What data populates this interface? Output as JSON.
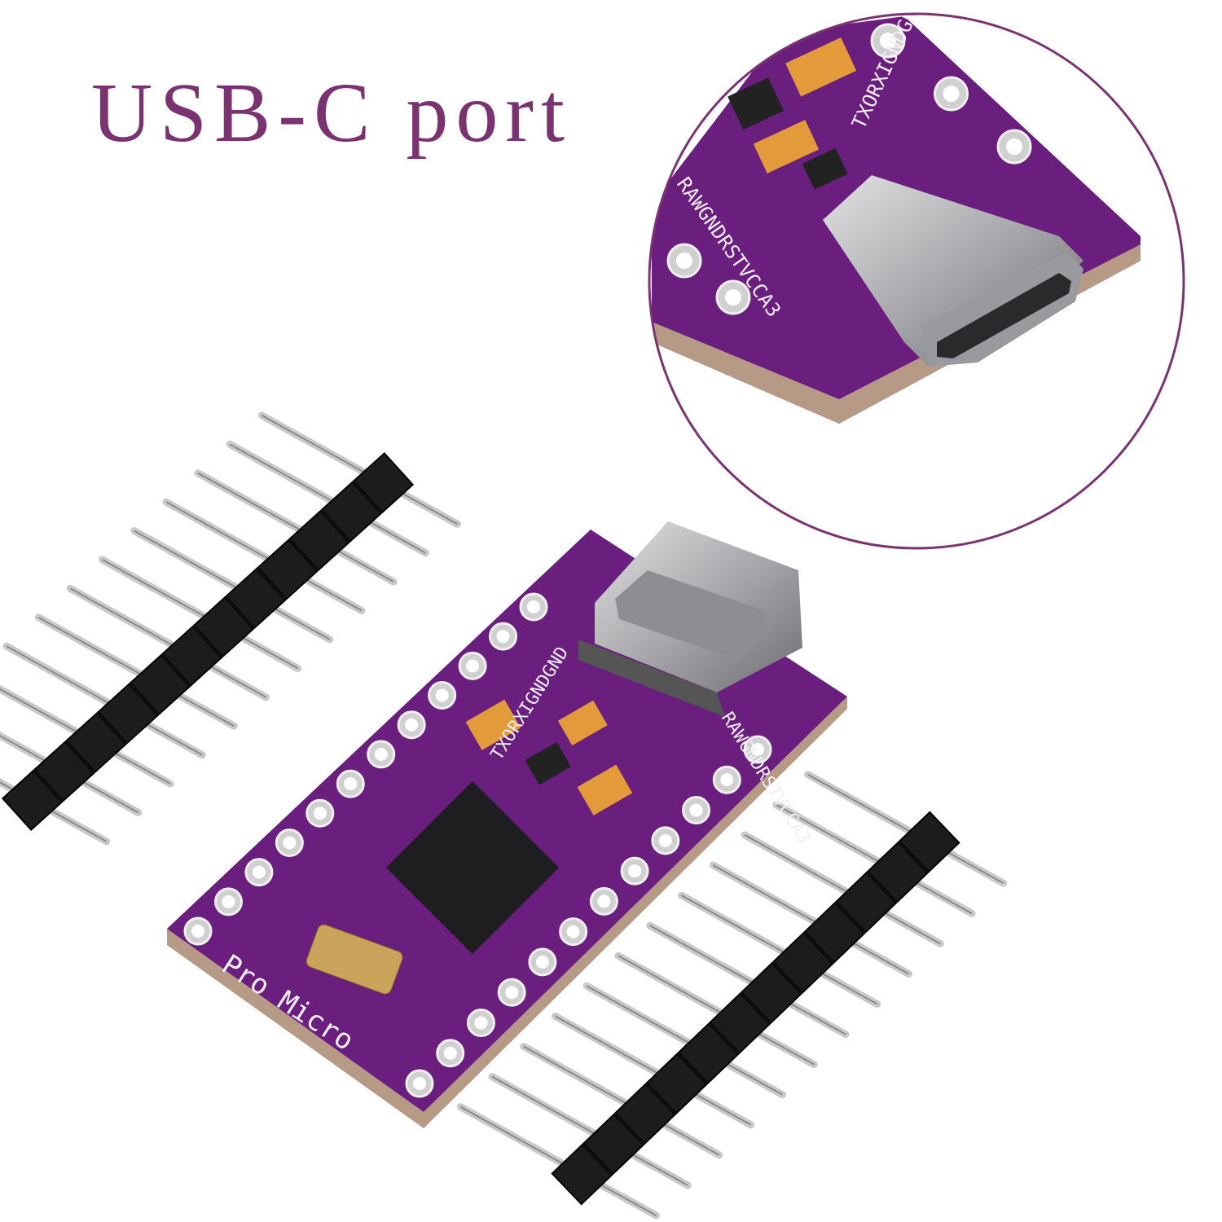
{
  "title": "USB-C port",
  "board_label": "Pro Micro",
  "pin_labels_top": "TXORXIGNDGND",
  "pin_labels_right": "RAWGNDRSTVCCA3",
  "colors": {
    "title": "#7a3370",
    "circle_outline": "#7a3370",
    "pcb": "#6a1f7e",
    "header_plastic": "#1c1c1c",
    "pins": "#c9c9c9",
    "usb_metal": "#b5b5b8"
  },
  "icons": [
    "usb-c-connector-image",
    "pin-header-image",
    "microcontroller-board-image"
  ]
}
